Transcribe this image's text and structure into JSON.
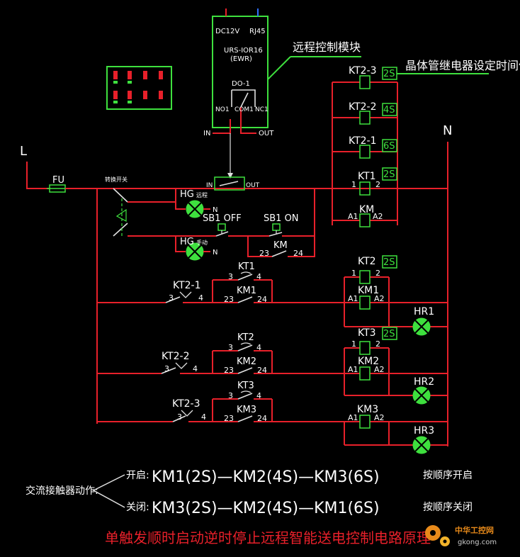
{
  "module": {
    "label": "远程控制模块",
    "model_line1": "URS-IOR16",
    "model_line2": "(EWR)",
    "port_power": "DC12V",
    "port_net": "RJ45",
    "relay": "DO-1",
    "no": "NO1",
    "com": "COM1",
    "nc": "NC1",
    "in": "IN",
    "out": "OUT"
  },
  "timer_note": "晶体管继电器设定时间值",
  "lines": {
    "l": "L",
    "n": "N",
    "fuse": "FU"
  },
  "switch_label": "转换开关",
  "inline_switch": {
    "in": "IN",
    "out": "OUT"
  },
  "lamps": {
    "remote": "HG",
    "remote_sub": "远程",
    "manual": "HG",
    "manual_sub": "手动",
    "n1": "N",
    "n2": "N",
    "hr1": "HR1",
    "hr2": "HR2",
    "hr3": "HR3"
  },
  "buttons": {
    "off": "SB1  OFF",
    "on": "SB1  ON"
  },
  "coils": {
    "kt2_3": "KT2-3",
    "kt2_2": "KT2-2",
    "kt2_1": "KT2-1",
    "kt1": "KT1",
    "km": "KM",
    "kt2": "KT2",
    "km1": "KM1",
    "kt3": "KT3",
    "km2": "KM2",
    "km3": "KM3",
    "a1": "A1",
    "a2": "A2",
    "p1": "1",
    "p2": "2"
  },
  "times": {
    "kt2_3": "2S",
    "kt2_2": "4S",
    "kt2_1": "6S",
    "kt1": "2S",
    "kt2": "2S",
    "kt3": "2S"
  },
  "contacts": {
    "km_hold": "KM",
    "km_n23": "23",
    "km_n24": "24",
    "kt1": "KT1",
    "km1": "KM1",
    "kt2": "KT2",
    "km2": "KM2",
    "kt3": "KT3",
    "km3": "KM3",
    "kt2_1": "KT2-1",
    "kt2_2": "KT2-2",
    "kt2_3": "KT2-3",
    "n3": "3",
    "n4": "4",
    "n23": "23",
    "n24": "24"
  },
  "legend": {
    "title": "交流接触器动作:",
    "open_prefix": "开启:",
    "open_seq": "KM1(2S)—KM2(4S)—KM3(6S)",
    "open_suffix": "按顺序开启",
    "close_prefix": "关闭:",
    "close_seq": "KM3(2S)—KM2(4S)—KM1(6S)",
    "close_suffix": "按顺序关闭"
  },
  "caption": "单触发顺时启动逆时停止远程智能送电控制电路原理",
  "watermark": {
    "main": "中华工控网",
    "sub": "gkong.com"
  }
}
